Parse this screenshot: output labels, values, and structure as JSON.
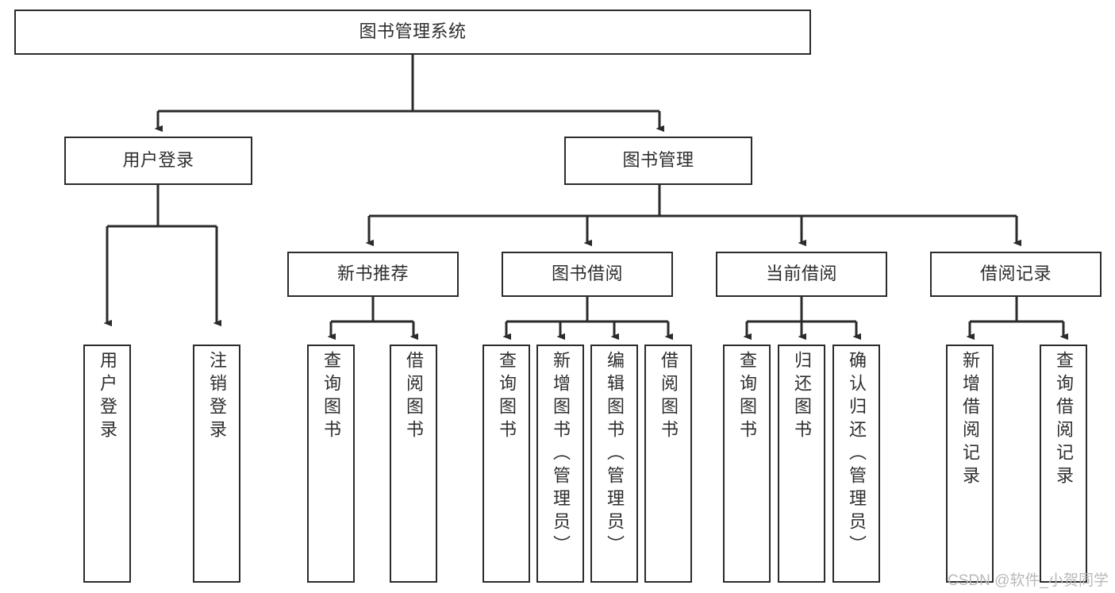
{
  "diagram": {
    "type": "tree-hierarchy-chart",
    "title": "图书管理系统",
    "watermark": "CSDN @软件_小贺同学",
    "colors": {
      "stroke": "#2b2b2b",
      "fill": "#ffffff",
      "text": "#2e2e2e",
      "watermark": "#b9b9b9"
    },
    "root": {
      "label": "图书管理系统"
    },
    "level2": [
      {
        "label": "用户登录"
      },
      {
        "label": "图书管理"
      }
    ],
    "level3": [
      {
        "label": "新书推荐"
      },
      {
        "label": "图书借阅"
      },
      {
        "label": "当前借阅"
      },
      {
        "label": "借阅记录"
      }
    ],
    "leaves": {
      "user_login": [
        {
          "label": "用户登录"
        },
        {
          "label": "注销登录"
        }
      ],
      "new_book_recommend": [
        {
          "label": "查询图书"
        },
        {
          "label": "借阅图书"
        }
      ],
      "book_borrow": [
        {
          "label": "查询图书"
        },
        {
          "label": "新增图书（管理员）"
        },
        {
          "label": "编辑图书（管理员）"
        },
        {
          "label": "借阅图书"
        }
      ],
      "current_borrow": [
        {
          "label": "查询图书"
        },
        {
          "label": "归还图书"
        },
        {
          "label": "确认归还（管理员）"
        }
      ],
      "borrow_record": [
        {
          "label": "新增借阅记录"
        },
        {
          "label": "查询借阅记录"
        }
      ]
    }
  }
}
